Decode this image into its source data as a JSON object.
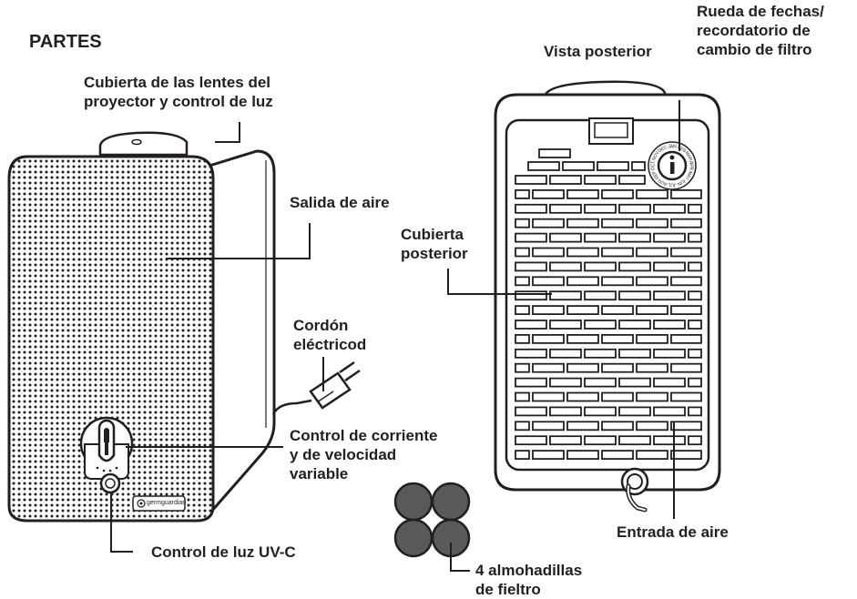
{
  "title": "PARTES",
  "labels": {
    "lens_cover": [
      "Cubierta de las lentes del",
      "proyector y control de luz"
    ],
    "air_outlet": "Salida de aire",
    "power_cord": [
      "Cordón",
      "eléctricod"
    ],
    "power_control": [
      "Control de corriente",
      "y de velocidad",
      "variable"
    ],
    "uvc_control": "Control de luz UV-C",
    "felt_pads": [
      "4 almohadillas",
      "de fieltro"
    ],
    "rear_view": "Vista posterior",
    "date_wheel": [
      "Rueda de fechas/",
      "recordatorio de",
      "cambio de filtro"
    ],
    "back_cover": [
      "Cubierta",
      "posterior"
    ],
    "air_inlet": "Entrada de aire"
  },
  "brand": "germguardian",
  "months": [
    "JAN",
    "FEB",
    "MAR",
    "APR",
    "MAY",
    "JUN",
    "JUL",
    "AUG",
    "SEP",
    "OCT",
    "NOV",
    "DEC"
  ],
  "colors": {
    "ink": "#231f20",
    "pad_fill": "#58595b",
    "grille_fill": "#e7e7e7"
  }
}
